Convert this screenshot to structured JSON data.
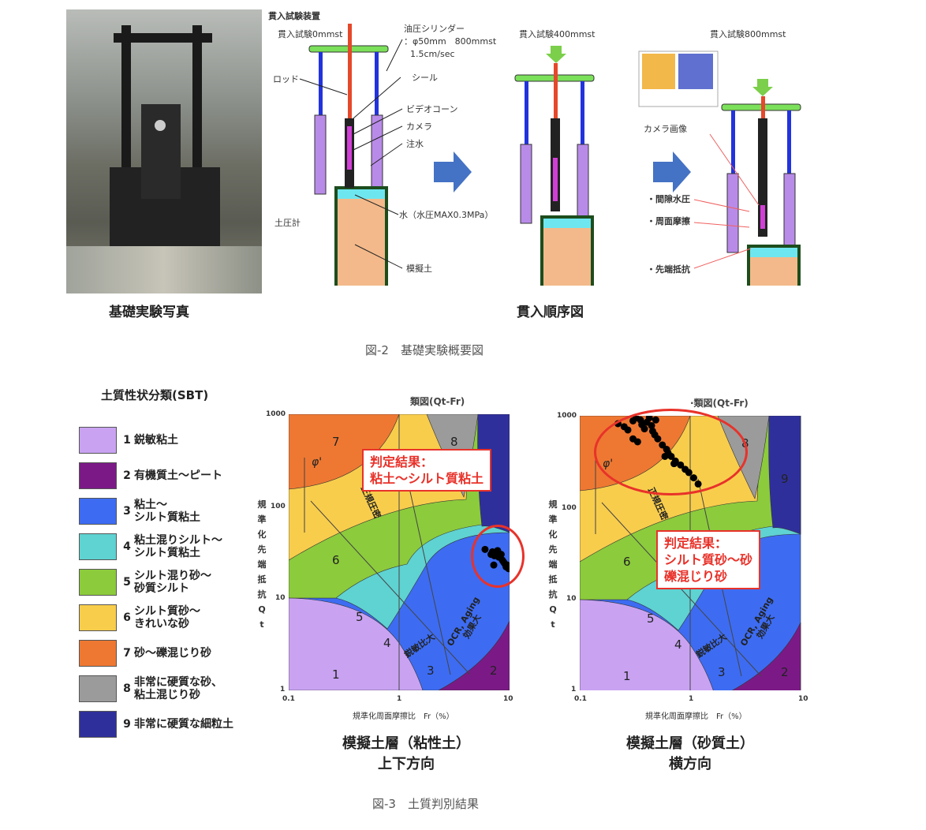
{
  "figure2": {
    "photo_caption": "基礎実験写真",
    "sequence_caption": "貫入順序図",
    "caption": "図-2　基礎実験概要図",
    "diagram": {
      "apparatus_title": "貫入試験装置",
      "stage1": "貫入試験0mmst",
      "stage2": "貫入試験400mmst",
      "stage3": "貫入試験800mmst",
      "cylinder": "油圧シリンダー\n：φ50mm　800mmst\n  1.5cm/sec",
      "rod": "ロッド",
      "seal": "シール",
      "video_cone": "ビデオコーン",
      "camera": "カメラ",
      "water_injection": "注水",
      "water": "水（水圧MAX0.3MPa）",
      "earth_pressure_gauge": "土圧計",
      "model_soil": "模擬土",
      "camera_image": "カメラ画像",
      "pore_pressure": "・間隙水圧",
      "skin_friction": "・周面摩擦",
      "tip_resistance": "・先端抵抗"
    }
  },
  "legend": {
    "title": "土質性状分類(SBT)",
    "items": [
      {
        "n": "1",
        "label": "鋭敏粘土",
        "color": "#c9a3f2"
      },
      {
        "n": "2",
        "label": "有機質土～ピート",
        "color": "#7b1a86"
      },
      {
        "n": "3",
        "label": "粘土～\nシルト質粘土",
        "color": "#3d6cf2"
      },
      {
        "n": "4",
        "label": "粘土混りシルト～\nシルト質粘土",
        "color": "#5fd2d2"
      },
      {
        "n": "5",
        "label": "シルト混り砂～\n砂質シルト",
        "color": "#8ccb3c"
      },
      {
        "n": "6",
        "label": "シルト質砂～\nきれいな砂",
        "color": "#f8cd4c"
      },
      {
        "n": "7",
        "label": "砂～礫混じり砂",
        "color": "#ee7832"
      },
      {
        "n": "8",
        "label": "非常に硬質な砂、\n粘土混じり砂",
        "color": "#9b9b9b"
      },
      {
        "n": "9",
        "label": "非常に硬質な細粒土",
        "color": "#2f2f9c"
      }
    ]
  },
  "chart_data": [
    {
      "type": "scatter",
      "title": "類図(Qt-Fr)",
      "xlabel": "規準化周面摩擦比　Fr（%）",
      "ylabel": "規準化先端抵抗Qt",
      "xscale": "log",
      "yscale": "log",
      "xlim": [
        0.1,
        10
      ],
      "ylim": [
        1,
        1000
      ],
      "xticks": [
        "0.1",
        "1",
        "10"
      ],
      "yticks": [
        "1000",
        "100",
        "10",
        "1"
      ],
      "zone_labels": [
        "1",
        "2",
        "3",
        "4",
        "5",
        "6",
        "7",
        "8"
      ],
      "annotations": [
        "φ'",
        "正規圧密",
        "OCR, Aging\n効果大",
        "鋭敏比大"
      ],
      "callout": "判定結果：\n粘土～シルト質粘土",
      "points": [
        [
          6,
          34
        ],
        [
          7,
          32
        ],
        [
          7.3,
          29
        ],
        [
          7.8,
          33
        ],
        [
          8,
          28
        ],
        [
          8.4,
          30
        ],
        [
          8.6,
          26
        ],
        [
          9,
          24
        ],
        [
          9.3,
          22
        ],
        [
          9.8,
          21
        ],
        [
          7.2,
          23
        ],
        [
          8.8,
          25
        ],
        [
          6.8,
          30
        ],
        [
          9.5,
          23
        ]
      ],
      "caption": "模擬土層（粘性土）\n上下方向"
    },
    {
      "type": "scatter",
      "title": "·類図(Qt-Fr)",
      "xlabel": "規準化周面摩擦比　Fr（%）",
      "ylabel": "規準化先端抵抗Qt",
      "xscale": "log",
      "yscale": "log",
      "xlim": [
        0.1,
        10
      ],
      "ylim": [
        1,
        1000
      ],
      "xticks": [
        "0.1",
        "1",
        "10"
      ],
      "yticks": [
        "1000",
        "100",
        "10",
        "1"
      ],
      "zone_labels": [
        "1",
        "2",
        "3",
        "4",
        "5",
        "6",
        "8",
        "9"
      ],
      "annotations": [
        "φ'",
        "正規圧密",
        "OCR, Aging\n効果大",
        "鋭敏比大"
      ],
      "callout": "判定結果：\nシルト質砂～砂\n礫混じり砂",
      "points": [
        [
          0.22,
          820
        ],
        [
          0.25,
          760
        ],
        [
          0.27,
          700
        ],
        [
          0.3,
          880
        ],
        [
          0.32,
          950
        ],
        [
          0.35,
          900
        ],
        [
          0.36,
          800
        ],
        [
          0.38,
          720
        ],
        [
          0.4,
          850
        ],
        [
          0.42,
          950
        ],
        [
          0.44,
          780
        ],
        [
          0.45,
          680
        ],
        [
          0.47,
          620
        ],
        [
          0.5,
          560
        ],
        [
          0.48,
          900
        ],
        [
          0.3,
          560
        ],
        [
          0.33,
          520
        ],
        [
          0.55,
          480
        ],
        [
          0.6,
          430
        ],
        [
          0.62,
          390
        ],
        [
          0.66,
          360
        ],
        [
          0.72,
          320
        ],
        [
          0.8,
          290
        ],
        [
          0.88,
          260
        ],
        [
          0.95,
          240
        ],
        [
          1.05,
          210
        ],
        [
          1.15,
          180
        ],
        [
          0.58,
          360
        ],
        [
          0.7,
          300
        ]
      ],
      "caption": "模擬土層（砂質土）\n横方向"
    }
  ],
  "figure3": {
    "caption": "図-3　土質判別結果"
  }
}
